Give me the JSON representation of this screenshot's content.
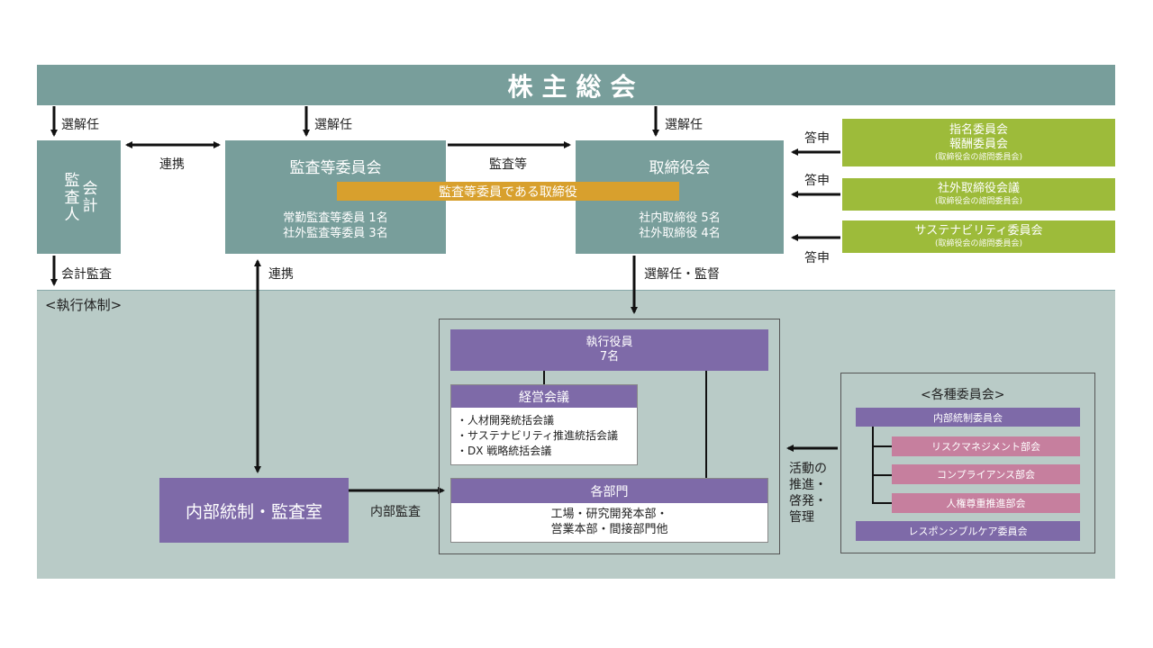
{
  "top": {
    "title": "株主総会"
  },
  "labels": {
    "senkai_auditor": "選解任",
    "senkai_committee": "選解任",
    "senkai_board": "選解任",
    "renkei_top": "連携",
    "kansa_tou": "監査等",
    "kaikei_kansa": "会計監査",
    "renkei_side": "連携",
    "senkai_kantoku": "選解任・監督",
    "toshin_1": "答申",
    "toshin_2": "答申",
    "toshin_3": "答申",
    "naibu_kansa": "内部監査",
    "activity": "活動の\n推進・\n啓発・\n管理"
  },
  "auditor": {
    "title": "会計\n監査人"
  },
  "audit_committee": {
    "title": "監査等委員会",
    "members": "常勤監査等委員 1名\n社外監査等委員 3名"
  },
  "banner": {
    "text": "監査等委員である取締役"
  },
  "board": {
    "title": "取締役会",
    "members": "社内取締役 5名\n社外取締役 4名"
  },
  "advisory": [
    {
      "title": "指名委員会\n報酬委員会",
      "sub": "(取締役会の諮問委員会)"
    },
    {
      "title": "社外取締役会議",
      "sub": "(取締役会の諮問委員会)"
    },
    {
      "title": "サステナビリティ委員会",
      "sub": "(取締役会の諮問委員会)"
    }
  ],
  "exec_section": {
    "title": "<執行体制>"
  },
  "executives": {
    "title": "執行役員\n7名"
  },
  "management_meeting": {
    "title": "経営会議",
    "items": [
      "・人材開発統括会議",
      "・サステナビリティ推進統括会議",
      "・DX 戦略統括会議"
    ]
  },
  "departments": {
    "title": "各部門",
    "body": "工場・研究開発本部・\n営業本部・間接部門他"
  },
  "internal_audit": {
    "title": "内部統制・監査室"
  },
  "committees": {
    "title": "<各種委員会>",
    "internal_control": "内部統制委員会",
    "sub": [
      "リスクマネジメント部会",
      "コンプライアンス部会",
      "人権尊重推進部会"
    ],
    "responsible_care": "レスポンシブルケア委員会"
  },
  "colors": {
    "teal": "#789e9b",
    "purple": "#7e6aa8",
    "pink": "#c67f9e",
    "green": "#9dbb3a",
    "orange": "#d8a02d",
    "exec_bg": "#b9cbc7"
  }
}
